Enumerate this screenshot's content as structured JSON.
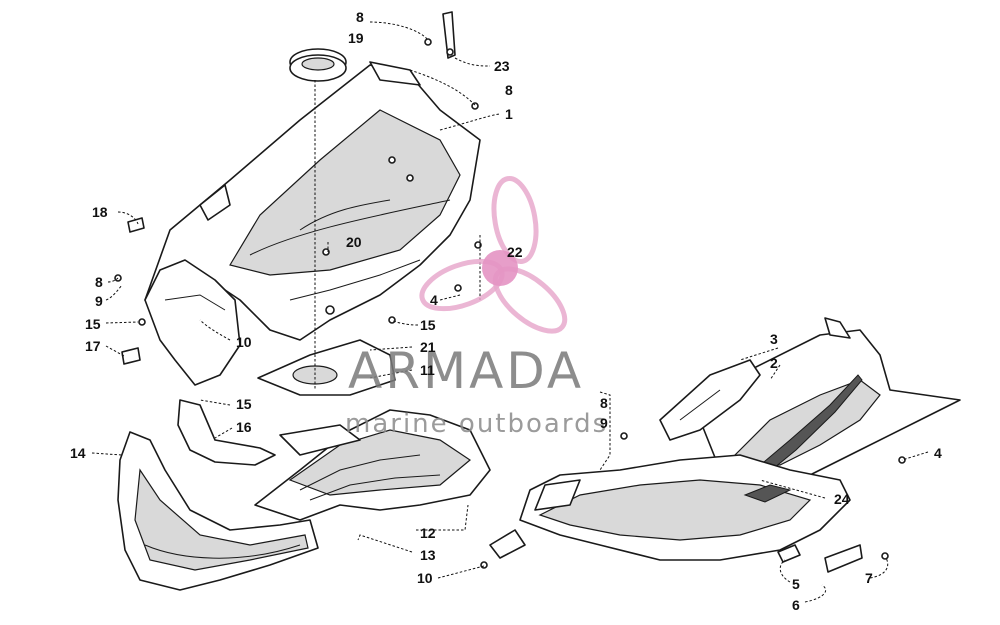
{
  "diagram": {
    "callouts": [
      {
        "id": "c8a",
        "text": "8"
      },
      {
        "id": "c19",
        "text": "19"
      },
      {
        "id": "c23",
        "text": "23"
      },
      {
        "id": "c8b",
        "text": "8"
      },
      {
        "id": "c1",
        "text": "1"
      },
      {
        "id": "c18",
        "text": "18"
      },
      {
        "id": "c20",
        "text": "20"
      },
      {
        "id": "c22",
        "text": "22"
      },
      {
        "id": "c8c",
        "text": "8"
      },
      {
        "id": "c9a",
        "text": "9"
      },
      {
        "id": "c4a",
        "text": "4"
      },
      {
        "id": "c15a",
        "text": "15"
      },
      {
        "id": "c15b",
        "text": "15"
      },
      {
        "id": "c17",
        "text": "17"
      },
      {
        "id": "c10a",
        "text": "10"
      },
      {
        "id": "c21",
        "text": "21"
      },
      {
        "id": "c11",
        "text": "11"
      },
      {
        "id": "c3",
        "text": "3"
      },
      {
        "id": "c2",
        "text": "2"
      },
      {
        "id": "c15c",
        "text": "15"
      },
      {
        "id": "c16",
        "text": "16"
      },
      {
        "id": "c8d",
        "text": "8"
      },
      {
        "id": "c9b",
        "text": "9"
      },
      {
        "id": "c14",
        "text": "14"
      },
      {
        "id": "c4b",
        "text": "4"
      },
      {
        "id": "c24",
        "text": "24"
      },
      {
        "id": "c12",
        "text": "12"
      },
      {
        "id": "c13",
        "text": "13"
      },
      {
        "id": "c10b",
        "text": "10"
      },
      {
        "id": "c5",
        "text": "5"
      },
      {
        "id": "c7",
        "text": "7"
      },
      {
        "id": "c6",
        "text": "6"
      }
    ]
  },
  "watermark": {
    "title": "ARMADA",
    "subtitle": "marine outboards",
    "color_text": "#7a7a7a",
    "color_logo": "#e8a9cd"
  }
}
